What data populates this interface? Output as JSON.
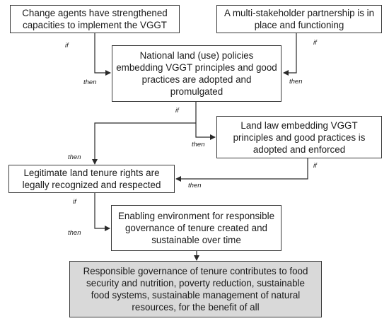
{
  "boxes": {
    "change_agents": "Change agents have strengthened capacities to implement the VGGT",
    "partnership": "A multi-stakeholder partnership is in place and functioning",
    "national_policies": "National land (use) policies embedding VGGT principles and good practices are adopted and promulgated",
    "land_law": "Land law embedding VGGT principles and good practices is adopted and enforced",
    "tenure_rights": "Legitimate land tenure rights are legally recognized and respected",
    "enabling_env": "Enabling environment for responsible governance of tenure created and sustainable over time",
    "final_outcome": "Responsible governance of tenure contributes to food security and nutrition, poverty reduction, sustainable food systems, sustainable management of natural resources, for the benefit of all"
  },
  "labels": {
    "if": "if",
    "then": "then"
  }
}
